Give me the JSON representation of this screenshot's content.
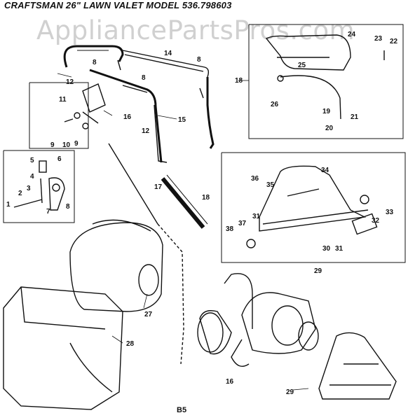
{
  "title": "CRAFTSMAN 26\" LAWN VALET MODEL 536.798603",
  "watermark": "AppliancePartsPros.com",
  "page_code": "B5",
  "part_labels": [
    "1",
    "2",
    "3",
    "4",
    "5",
    "6",
    "7",
    "8",
    "8",
    "8",
    "8",
    "9",
    "9",
    "10",
    "11",
    "12",
    "12",
    "14",
    "15",
    "16",
    "16",
    "17",
    "18",
    "18",
    "19",
    "20",
    "21",
    "22",
    "23",
    "24",
    "25",
    "26",
    "27",
    "28",
    "29",
    "29",
    "30",
    "31",
    "31",
    "32",
    "33",
    "34",
    "35",
    "36",
    "37",
    "38"
  ]
}
